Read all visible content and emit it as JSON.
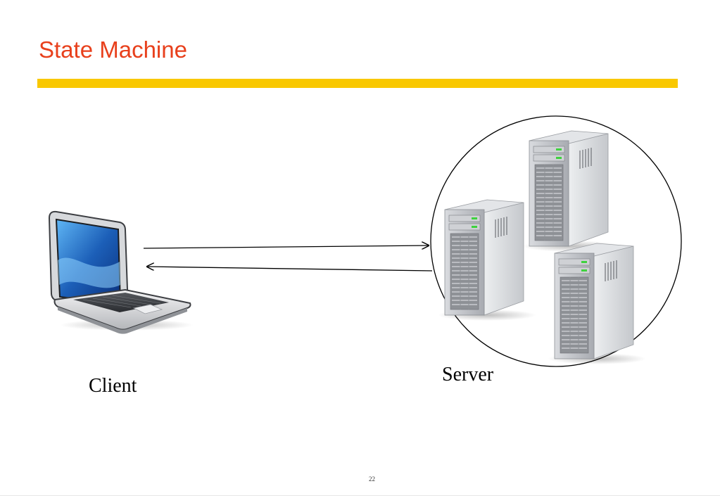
{
  "slide": {
    "title": "State Machine",
    "page_number": "22"
  },
  "diagram": {
    "client": {
      "label": "Client",
      "icon": "laptop-icon"
    },
    "server": {
      "label": "Server",
      "icon": "server-tower-icon",
      "tower_count": 3
    },
    "arrows": [
      {
        "from": "client",
        "to": "server"
      },
      {
        "from": "server",
        "to": "client"
      }
    ]
  },
  "colors": {
    "title": "#e8401c",
    "accent_bar": "#f9c800",
    "screen_blue": "#1c5fb8",
    "server_gray": "#b9bcc2",
    "led_green": "#3ed23e"
  }
}
